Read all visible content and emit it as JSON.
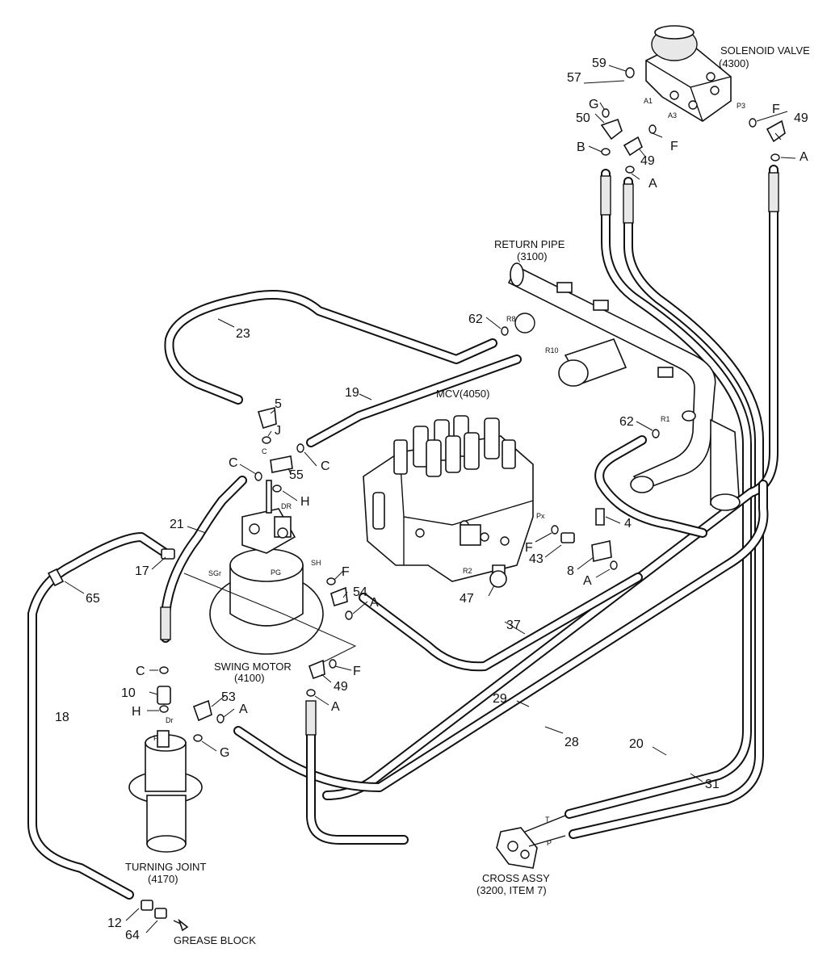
{
  "titles": {
    "solenoid_valve": "SOLENOID VALVE",
    "solenoid_valve_ref": "(4300)",
    "return_pipe": "RETURN PIPE",
    "return_pipe_ref": "(3100)",
    "mcv": "MCV(4050)",
    "swing_motor": "SWING MOTOR",
    "swing_motor_ref": "(4100)",
    "turning_joint": "TURNING JOINT",
    "turning_joint_ref": "(4170)",
    "cross_assy": "CROSS ASSY",
    "cross_assy_ref": "(3200, ITEM 7)",
    "grease_block": "GREASE BLOCK"
  },
  "callouts": {
    "p59": "59",
    "p57": "57",
    "g_top": "G",
    "p50": "50",
    "b_top": "B",
    "p49_a": "49",
    "f_top1": "F",
    "f_top2": "F",
    "p49_b": "49",
    "a_top1": "A",
    "a_top2": "A",
    "p62_a": "62",
    "p23": "23",
    "p19": "19",
    "p5": "5",
    "j": "J",
    "c_1": "C",
    "c_2": "C",
    "p55": "55",
    "h_1": "H",
    "p62_b": "62",
    "p4": "4",
    "p21": "21",
    "p17": "17",
    "p65": "65",
    "f_mid": "F",
    "p43": "43",
    "p8": "8",
    "a_mid1": "A",
    "p47": "47",
    "p54": "54",
    "a_mid2": "A",
    "p37": "37",
    "f_low": "F",
    "p49_c": "49",
    "c_3": "C",
    "p10": "10",
    "p53": "53",
    "a_low1": "A",
    "a_low2": "A",
    "h_2": "H",
    "p18": "18",
    "g_low": "G",
    "p29": "29",
    "p28": "28",
    "p20": "20",
    "p31": "31",
    "p12": "12",
    "p64": "64"
  },
  "ports": {
    "a1": "A1",
    "a3": "A3",
    "p3": "P3",
    "r8": "R8",
    "r10": "R10",
    "r1": "R1",
    "c_port": "C",
    "dr": "DR",
    "px": "Px",
    "r2": "R2",
    "sh": "SH",
    "sgr": "SGr",
    "pg": "PG",
    "dr2": "Dr",
    "p_port": "P",
    "t": "T",
    "p2": "P"
  }
}
